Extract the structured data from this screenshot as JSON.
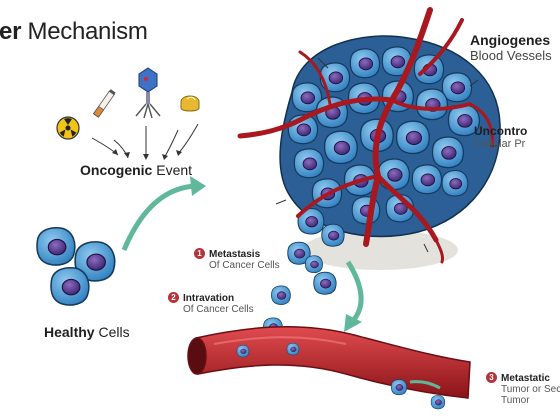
{
  "title": {
    "bold": "cer",
    "rest": " Mechanism"
  },
  "oncogenic": {
    "bold": "Oncogenic",
    "rest": " Event"
  },
  "healthy": {
    "bold": "Healthy",
    "rest": " Cells"
  },
  "angiogenesis": {
    "title": "Angiogenes",
    "sub": "Blood Vessels"
  },
  "uncontrolled": {
    "title": "Uncontro",
    "sub": "Cellular Pr"
  },
  "step1": {
    "num": "1",
    "title": "Metastasis",
    "sub": "Of Cancer Cells"
  },
  "step2": {
    "num": "2",
    "title": "Intravation",
    "sub": "Of Cancer Cells"
  },
  "step3": {
    "num": "3",
    "title": "Metastatic",
    "sub1": "Tumor or Sec",
    "sub2": "Tumor"
  },
  "colors": {
    "cell": "#4a9bd6",
    "nucleus": "#5b3a8e",
    "vessel": "#c0272d",
    "arrow": "#5fb89a",
    "badge": "#b5333a"
  },
  "icons": [
    "radiation-icon",
    "cigarette-icon",
    "virus-icon",
    "pill-icon"
  ]
}
